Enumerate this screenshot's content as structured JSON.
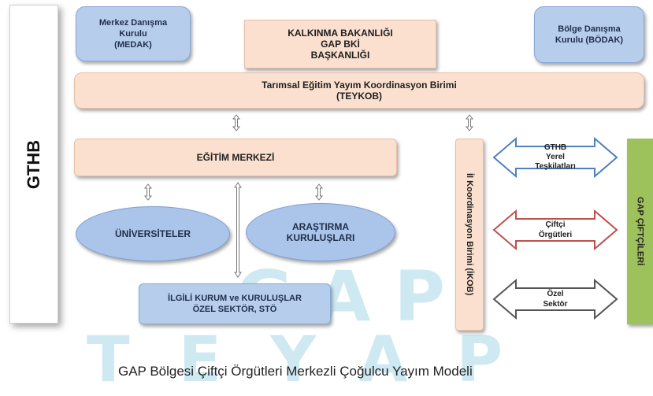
{
  "watermark": {
    "line1": "GAP",
    "line2": "TEYAP"
  },
  "gthb": "GTHB",
  "medak": {
    "line1": "Merkez Danışma",
    "line2": "Kurulu",
    "line3": "(MEDAK)"
  },
  "kalkinma": {
    "line1": "KALKINMA BAKANLIĞI",
    "line2": "GAP BKİ",
    "line3": "BAŞKANLIĞI"
  },
  "bodak": {
    "line1": "Bölge Danışma",
    "line2": "Kurulu (BÖDAK)"
  },
  "teykob": {
    "line1": "Tarımsal Eğitim  Yayım Koordinasyon Birimi",
    "line2": "(TEYKOB)"
  },
  "egitim": "EĞİTİM MERKEZİ",
  "universiteler": "ÜNİVERSİTELER",
  "arastirma": {
    "line1": "ARAŞTIRMA",
    "line2": "KURULUŞLARI"
  },
  "ilgili": {
    "line1": "İLGİLİ KURUM ve KURULUŞLAR",
    "line2": "ÖZEL SEKTÖR, STÖ"
  },
  "ikob": "İl Koordinasyon Birimi (İKOB)",
  "gthb_yerel": {
    "line1": "GTHB",
    "line2": "Yerel",
    "line3": "Teşkilatları"
  },
  "ciftci_orgutleri": {
    "line1": "Çiftçi",
    "line2": "Örgütleri"
  },
  "ozel_sektor": {
    "line1": "Özel",
    "line2": "Sektör"
  },
  "gap_ciftcileri": "GAP ÇİFTÇİLERİ",
  "caption": "GAP Bölgesi  Çiftçi Örgütleri Merkezli Çoğulcu Yayım Modeli",
  "colors": {
    "blue_box": "#b7cdec",
    "peach_box": "#fbe0cf",
    "green_box": "#9dc25b",
    "arrow_blue": "#4f81bd",
    "arrow_red": "#c0504d",
    "arrow_gray": "#555555"
  }
}
